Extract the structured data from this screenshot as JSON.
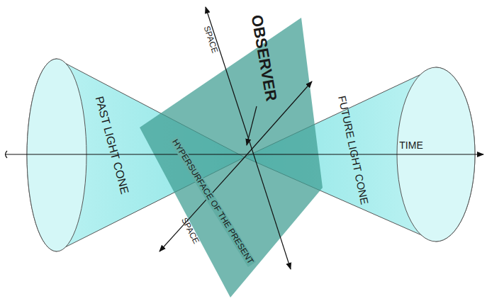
{
  "diagram": {
    "labels": [
      "OBSERVER",
      "SPACE",
      "PAST LIGHT CONE",
      "HYPERSURFACE OF THE PRESENT",
      "SPACE",
      "FUTURE LIGHT CONE",
      "TIME"
    ]
  }
}
